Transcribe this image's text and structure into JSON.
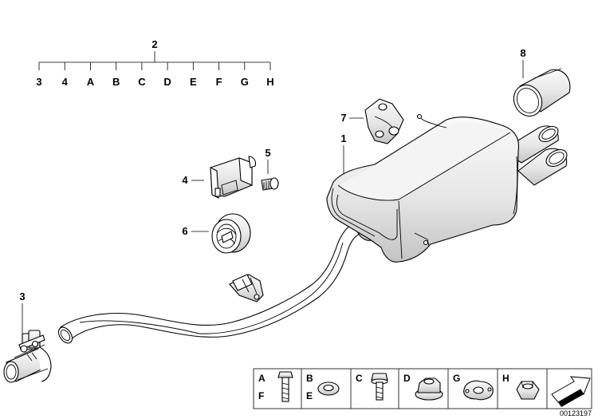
{
  "diagram": {
    "doc_number": "00123197",
    "kit_label": "2",
    "kit_items": [
      "3",
      "4",
      "A",
      "B",
      "C",
      "D",
      "E",
      "F",
      "G",
      "H"
    ],
    "callouts": {
      "p1": "1",
      "p3": "3",
      "p4": "4",
      "p5": "5",
      "p6": "6",
      "p7": "7",
      "p8": "8"
    },
    "legend": [
      {
        "letter": "A",
        "icon": "hex-bolt-icon"
      },
      {
        "letter": "F",
        "icon": "bolt-icon"
      },
      {
        "letter": "B",
        "icon": "washer-icon"
      },
      {
        "letter": "E",
        "icon": "flat-washer-icon"
      },
      {
        "letter": "C",
        "icon": "collar-screw-icon"
      },
      {
        "letter": "D",
        "icon": "flange-nut-icon"
      },
      {
        "letter": "G",
        "icon": "gasket-icon"
      },
      {
        "letter": "H",
        "icon": "hex-nut-icon"
      }
    ],
    "colors": {
      "line": "#000000",
      "metal_light": "#f2f2f2",
      "metal_dark": "#bdbdbd",
      "background": "#ffffff"
    }
  }
}
